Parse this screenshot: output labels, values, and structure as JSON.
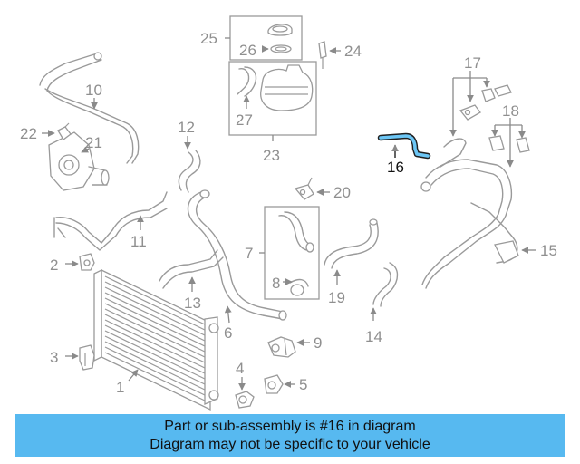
{
  "diagram": {
    "highlight_color": "#6cc6f5",
    "labels": {
      "p1": "1",
      "p2": "2",
      "p3": "3",
      "p4": "4",
      "p5": "5",
      "p6": "6",
      "p7": "7",
      "p8": "8",
      "p9": "9",
      "p10": "10",
      "p11": "11",
      "p12": "12",
      "p13": "13",
      "p14": "14",
      "p15": "15",
      "p16": "16",
      "p17": "17",
      "p18": "18",
      "p19": "19",
      "p20": "20",
      "p21": "21",
      "p22": "22",
      "p23": "23",
      "p24": "24",
      "p25": "25",
      "p26": "26",
      "p27": "27"
    },
    "highlighted_part": "16"
  },
  "banner": {
    "background": "#57b9f0",
    "line1": "Part or sub-assembly is #16 in diagram",
    "line2": "Diagram may not be specific to your vehicle"
  }
}
